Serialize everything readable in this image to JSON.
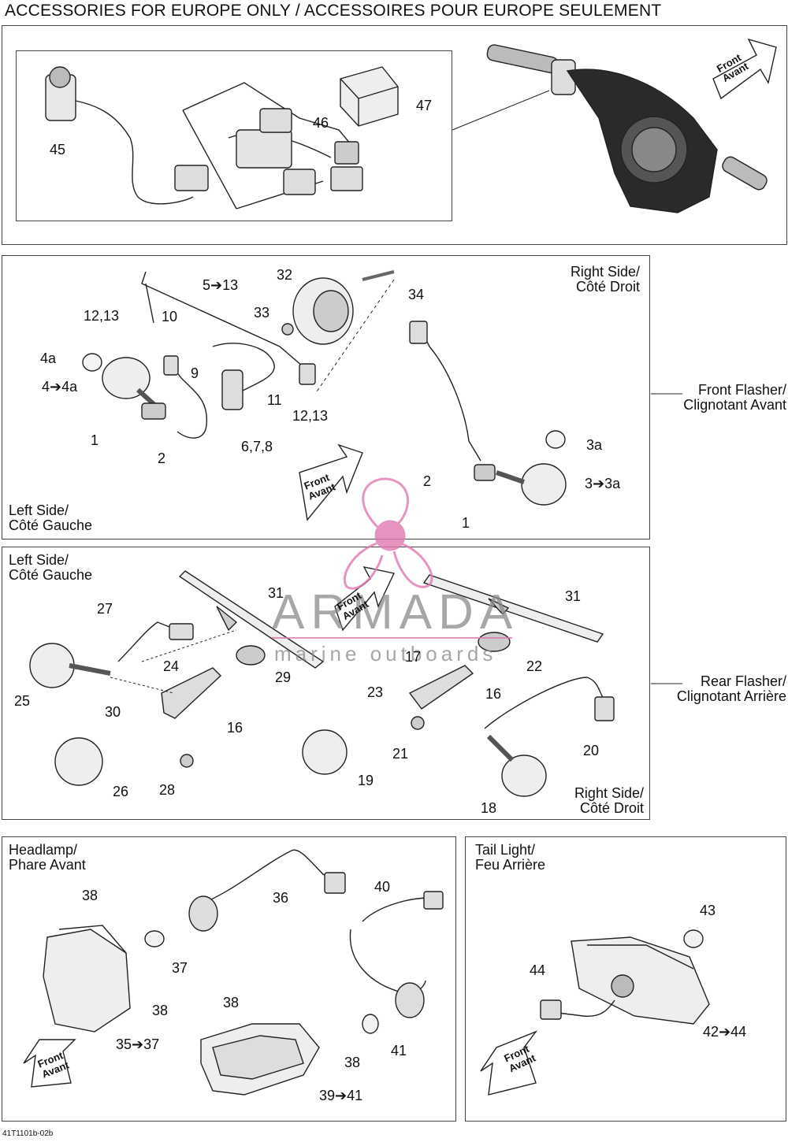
{
  "title": "ACCESSORIES FOR EUROPE ONLY / ACCESSOIRES POUR EUROPE SEULEMENT",
  "footer_code": "41T1101b-02b",
  "front_arrow": {
    "line1": "Front",
    "line2": "Avant"
  },
  "watermark": {
    "name": "ARMADA",
    "tagline": "marine outboards",
    "logo_color": "#e07ab0"
  },
  "panels": {
    "europe": {
      "callouts": [
        "45",
        "46",
        "47"
      ]
    },
    "front_flasher": {
      "group_label_1": "Front Flasher/",
      "group_label_2": "Clignotant Avant",
      "right_side_1": "Right Side/",
      "right_side_2": "Côté Droit",
      "left_side_1": "Left Side/",
      "left_side_2": "Côté Gauche",
      "callouts": [
        "5➔13",
        "32",
        "34",
        "33",
        "12,13",
        "10",
        "4a",
        "9",
        "4➔4a",
        "11",
        "12,13",
        "1",
        "2",
        "6,7,8",
        "3a",
        "2",
        "3➔3a",
        "1"
      ]
    },
    "rear_flasher": {
      "group_label_1": "Rear Flasher/",
      "group_label_2": "Clignotant Arrière",
      "left_side_1": "Left Side/",
      "left_side_2": "Côté Gauche",
      "right_side_1": "Right Side/",
      "right_side_2": "Côté Droit",
      "callouts": [
        "31",
        "31",
        "27",
        "17",
        "22",
        "24",
        "29",
        "25",
        "23",
        "16",
        "30",
        "16",
        "20",
        "21",
        "26",
        "28",
        "19",
        "18"
      ]
    },
    "headlamp": {
      "label_1": "Headlamp/",
      "label_2": "Phare Avant",
      "callouts": [
        "38",
        "36",
        "40",
        "37",
        "38",
        "38",
        "35➔37",
        "38",
        "41",
        "39➔41"
      ]
    },
    "tail_light": {
      "label_1": "Tail Light/",
      "label_2": "Feu Arrière",
      "callouts": [
        "43",
        "44",
        "42➔44"
      ]
    }
  }
}
